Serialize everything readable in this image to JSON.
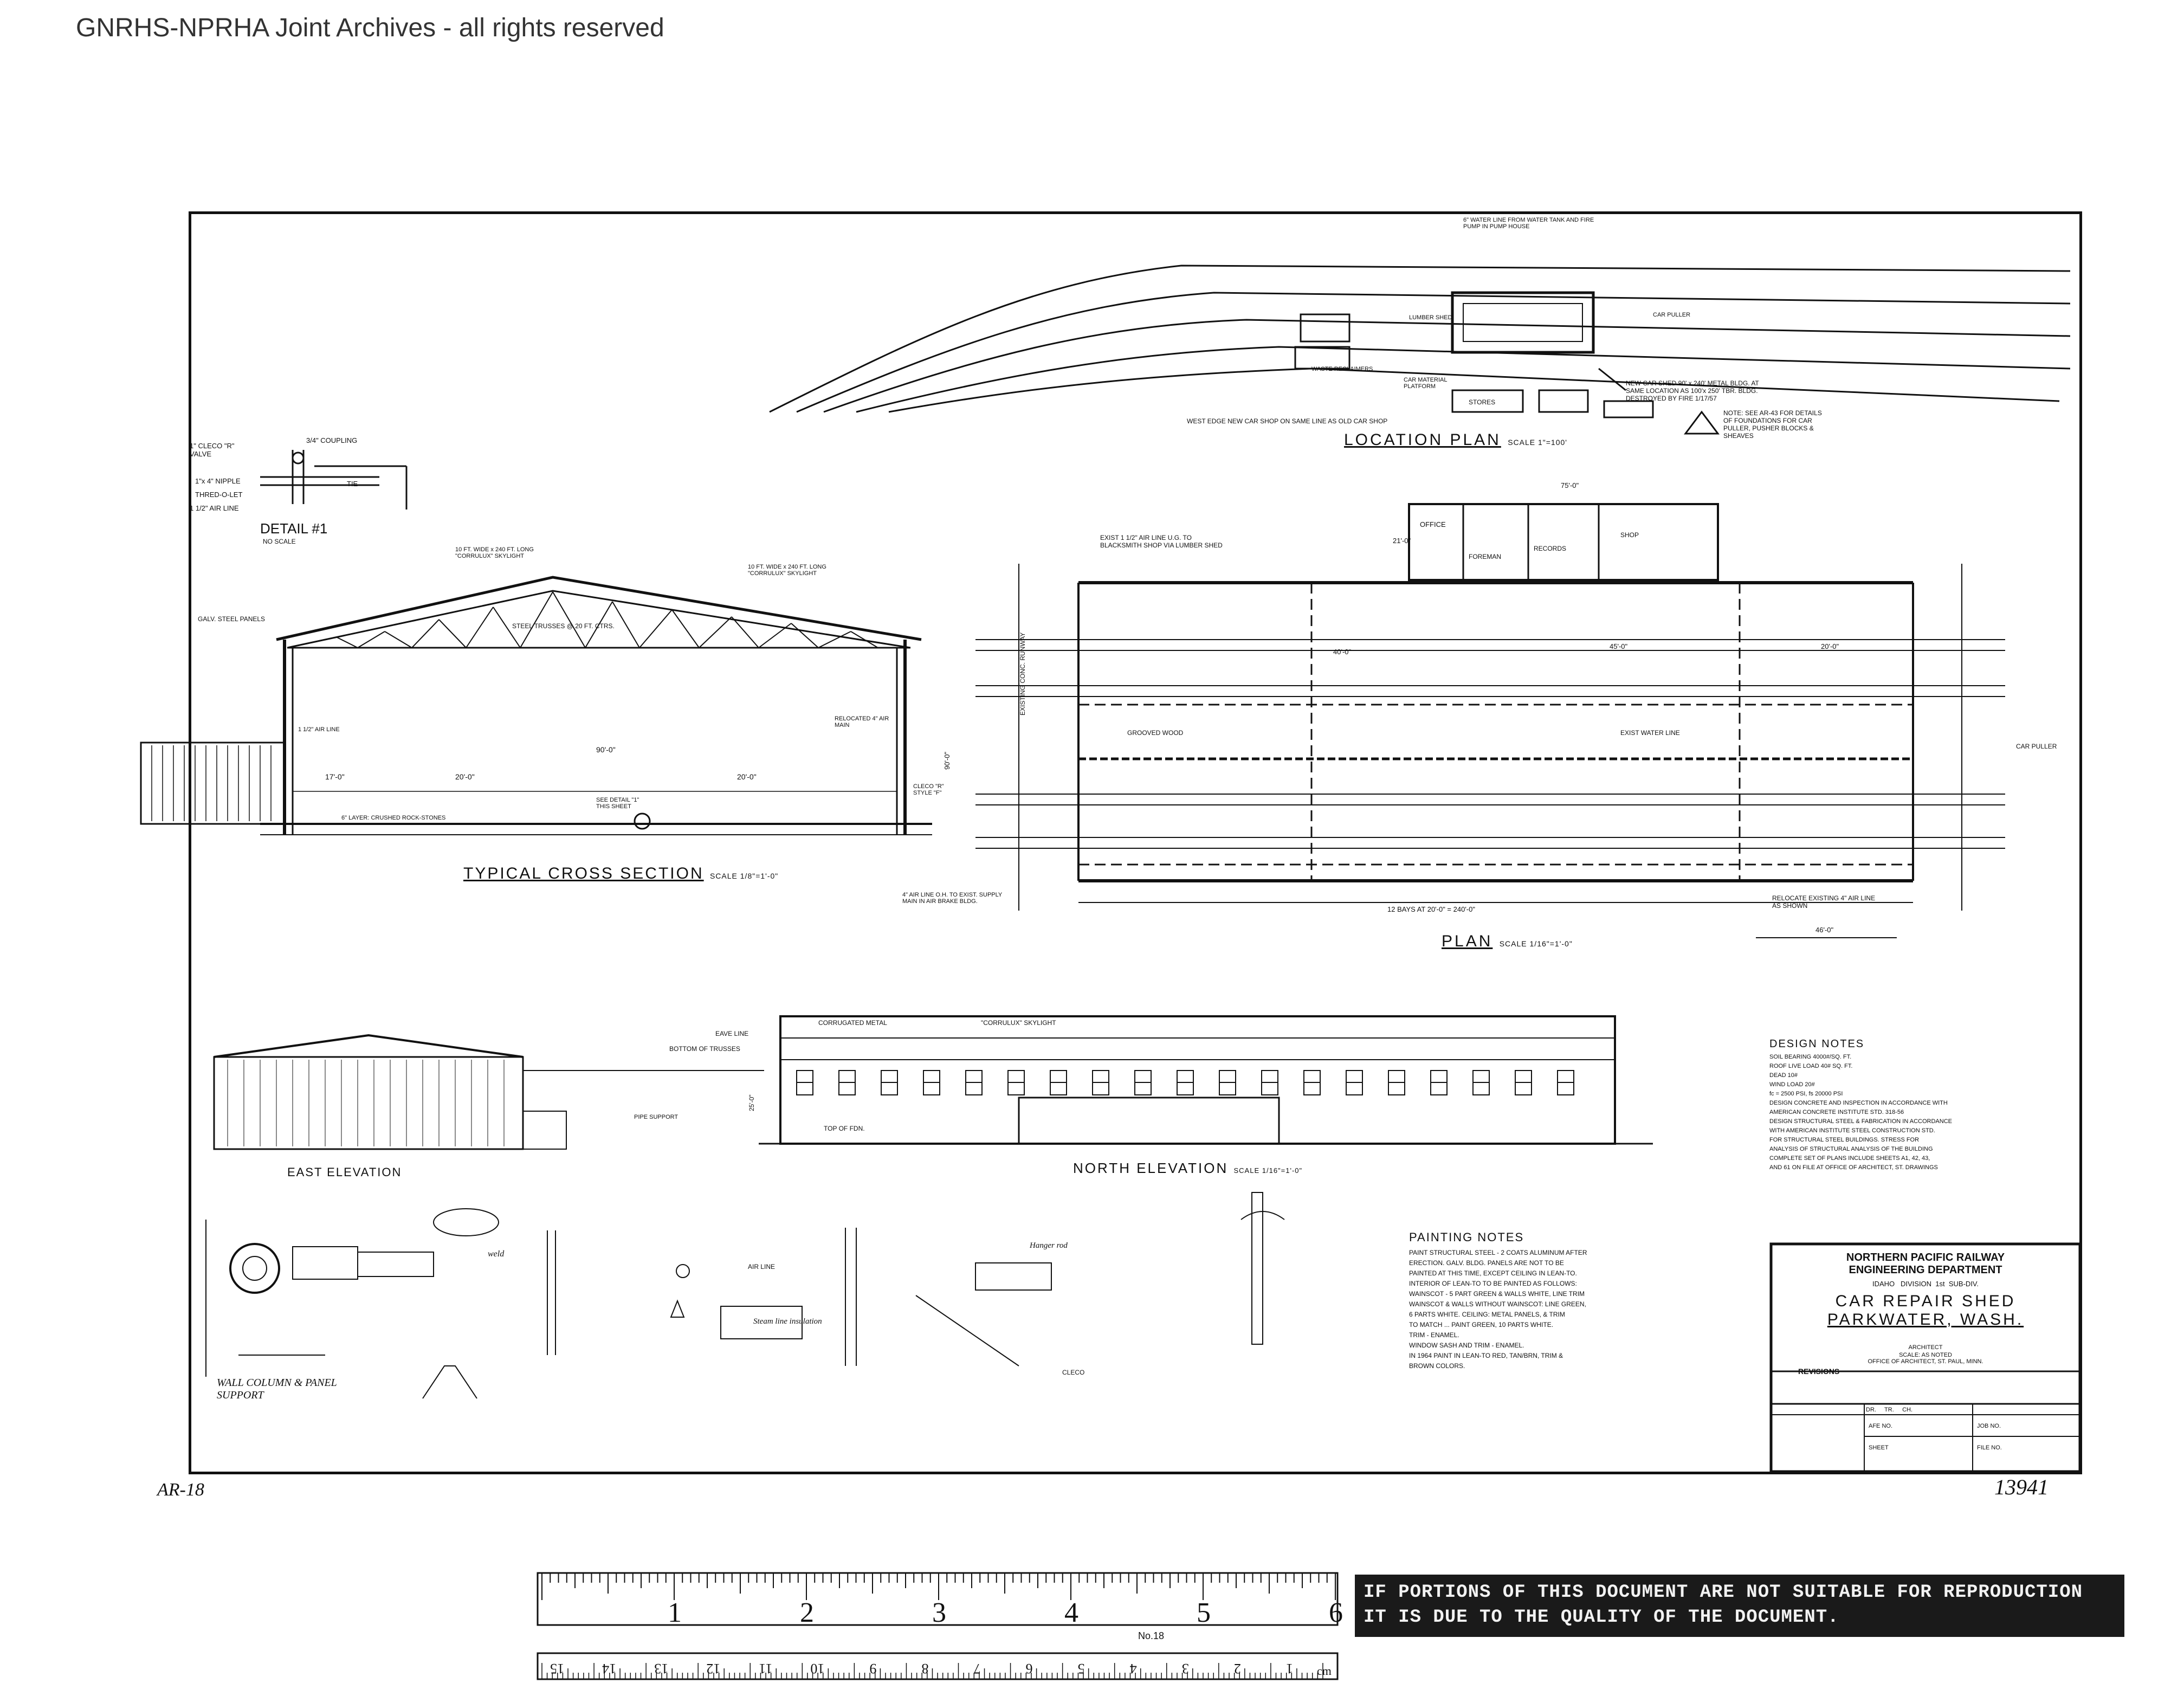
{
  "archive_header": "GNRHS-NPRHA Joint Archives - all rights reserved",
  "titles": {
    "location_plan": "LOCATION  PLAN",
    "location_plan_scale": "SCALE 1\"=100'",
    "cross_section": "TYPICAL CROSS SECTION",
    "cross_section_scale": "SCALE 1/8\"=1'-0\"",
    "plan": "PLAN",
    "plan_scale": "SCALE 1/16\"=1'-0\"",
    "north_elevation": "NORTH ELEVATION",
    "north_elevation_scale": "SCALE 1/16\"=1'-0\"",
    "east_elevation": "EAST  ELEVATION",
    "detail_1": "DETAIL #1",
    "detail_1_scale": "NO SCALE"
  },
  "location_plan_labels": {
    "new_car_shed": "NEW CAR SHED 90' x 240' METAL BLDG. AT SAME LOCATION AS 100'x 250' TBR. BLDG. DESTROYED BY FIRE 1/17/57",
    "west_edge": "WEST EDGE NEW CAR SHOP ON SAME LINE AS OLD CAR SHOP",
    "note": "NOTE: SEE AR-43 FOR DETAILS OF FOUNDATIONS FOR CAR PULLER, PUSHER BLOCKS & SHEAVES",
    "stores": "STORES",
    "car_material_platform": "CAR MATERIAL PLATFORM",
    "waste_reclaimers": "WASTE RECLAIMERS",
    "car_puller": "CAR PULLER",
    "lumber_shed": "LUMBER SHED",
    "water_line": "6\" WATER LINE FROM WATER TANK AND FIRE PUMP IN PUMP HOUSE"
  },
  "cross_section_labels": {
    "skylight_1": "10 FT. WIDE x 240 FT. LONG \"CORRULUX\" SKYLIGHT",
    "skylight_2": "10 FT. WIDE x 240 FT. LONG \"CORRULUX\" SKYLIGHT",
    "galv_steel_panels": "GALV. STEEL PANELS",
    "trusses": "STEEL TRUSSES @ 20 FT. CTRS.",
    "span": "90'-0\"",
    "dim_a": "17'-0\"",
    "dim_b": "20'-0\"",
    "dim_c": "20'-0\"",
    "air_main": "RELOCATED 4\" AIR MAIN",
    "air_line": "1 1/2\" AIR LINE",
    "layer": "6\" LAYER: CRUSHED ROCK-STONES",
    "see_detail": "SEE DETAIL \"1\" THIS SHEET",
    "valve": "CLECO \"R\" STYLE \"F\""
  },
  "detail_1_labels": {
    "valve": "1\" CLECO \"R\" VALVE",
    "coupling": "3/4\" COUPLING",
    "nipple": "1\"x 4\" NIPPLE",
    "thred_o_let": "THRED-O-LET",
    "air_line": "1 1/2\" AIR LINE",
    "tie": "TIE"
  },
  "plan_labels": {
    "office": "OFFICE",
    "foreman": "FOREMAN",
    "records": "RECORDS",
    "shop": "SHOP",
    "existing_air_line": "EXIST 1 1/2\" AIR LINE U.G. TO BLACKSMITH SHOP VIA LUMBER SHED",
    "grooved_wood": "GROOVED WOOD",
    "exist_water_line": "EXIST WATER LINE",
    "bays": "12 BAYS AT 20'-0\" = 240'-0\"",
    "relocate": "RELOCATE EXISTING 4\" AIR LINE AS SHOWN",
    "dim_40": "40'-0\"",
    "dim_45": "45'-0\"",
    "dim_20": "20'-0\"",
    "dim_46": "46'-0\"",
    "existing_conc_runway": "EXISTING CONC. RUNWAY",
    "car_puller": "CAR PULLER",
    "dim_90": "90'-0\"",
    "dim_75": "75'-0\"",
    "dim_21": "21'-0\"",
    "air_line_supply": "4\" AIR LINE O.H. TO EXIST. SUPPLY MAIN IN AIR BRAKE BLDG."
  },
  "elevation_labels": {
    "eave_line": "EAVE LINE",
    "bottom_of_trusses": "BOTTOM OF TRUSSES",
    "corrugated_metal": "CORRUGATED METAL",
    "corrulux_skylight": "\"CORRULUX\" SKYLIGHT",
    "top_of_fdn": "TOP OF FDN.",
    "pipe_support": "PIPE SUPPORT",
    "height": "25'-0\""
  },
  "detail_sketch_labels": {
    "wall_column": "WALL COLUMN & PANEL SUPPORT",
    "weld": "weld",
    "air_line": "AIR LINE",
    "hanger_rod": "Hanger rod",
    "steam_line": "Steam line insulation",
    "cleco": "CLECO"
  },
  "design_notes": {
    "heading": "DESIGN  NOTES",
    "lines": [
      "SOIL BEARING  4000#/SQ. FT.",
      "ROOF LIVE LOAD  40# SQ. FT.",
      "DEAD  10#",
      "WIND LOAD  20#",
      "fc = 2500 PSI, fs 20000 PSI",
      "DESIGN CONCRETE AND INSPECTION IN ACCORDANCE WITH",
      "AMERICAN CONCRETE INSTITUTE STD. 318-56",
      "DESIGN STRUCTURAL STEEL & FABRICATION IN ACCORDANCE",
      "WITH AMERICAN INSTITUTE STEEL CONSTRUCTION STD.",
      "FOR STRUCTURAL STEEL BUILDINGS. STRESS FOR",
      "ANALYSIS OF STRUCTURAL ANALYSIS OF THE BUILDING",
      "COMPLETE SET OF PLANS INCLUDE SHEETS A1, 42, 43,",
      "AND 61 ON FILE AT OFFICE OF ARCHITECT, ST. DRAWINGS"
    ]
  },
  "painting_notes": {
    "heading": "PAINTING NOTES",
    "lines": [
      "PAINT STRUCTURAL STEEL - 2 COATS ALUMINUM AFTER",
      "ERECTION.  GALV. BLDG. PANELS ARE NOT TO BE",
      "PAINTED AT THIS TIME, EXCEPT CEILING IN LEAN-TO.",
      "INTERIOR OF LEAN-TO TO BE PAINTED AS FOLLOWS:",
      "WAINSCOT - 5 PART GREEN & WALLS WHITE, LINE TRIM",
      "WAINSCOT & WALLS WITHOUT WAINSCOT: LINE GREEN,",
      "6 PARTS WHITE. CEILING: METAL PANELS, & TRIM",
      "TO MATCH ... PAINT GREEN, 10 PARTS WHITE.",
      "TRIM - ENAMEL.",
      "WINDOW SASH AND TRIM - ENAMEL.",
      "IN 1964 PAINT IN LEAN-TO RED, TAN/BRN, TRIM &",
      "BROWN COLORS."
    ]
  },
  "title_block": {
    "company": "NORTHERN PACIFIC RAILWAY",
    "department": "ENGINEERING DEPARTMENT",
    "region": "IDAHO",
    "division_label": "DIVISION",
    "division": "1st",
    "subdiv_label": "SUB-DIV.",
    "title": "CAR REPAIR SHED",
    "location": "PARKWATER, WASH.",
    "architect_label": "ARCHITECT",
    "scale": "SCALE: AS NOTED",
    "office": "OFFICE OF ARCHITECT, ST. PAUL, MINN.",
    "revisions": "REVISIONS",
    "dr": "DR.",
    "tr": "TR.",
    "ch": "CH.",
    "afe_no": "AFE NO.",
    "job_no": "JOB NO.",
    "sheet": "SHEET",
    "file_no": "FILE NO."
  },
  "sheet_number": "13941",
  "handwritten_id": "AR-18",
  "scale_ruler": {
    "inches": [
      "1",
      "2",
      "3",
      "4",
      "5",
      "6"
    ],
    "cm": [
      "1",
      "2",
      "3",
      "4",
      "5",
      "6",
      "7",
      "8",
      "9",
      "10",
      "11",
      "12",
      "13",
      "14",
      "15"
    ],
    "cm_label": "cm",
    "model": "No.18"
  },
  "quality_notice": "IF PORTIONS OF THIS DOCUMENT ARE NOT SUITABLE FOR REPRODUCTION IT IS DUE TO THE QUALITY OF THE DOCUMENT."
}
